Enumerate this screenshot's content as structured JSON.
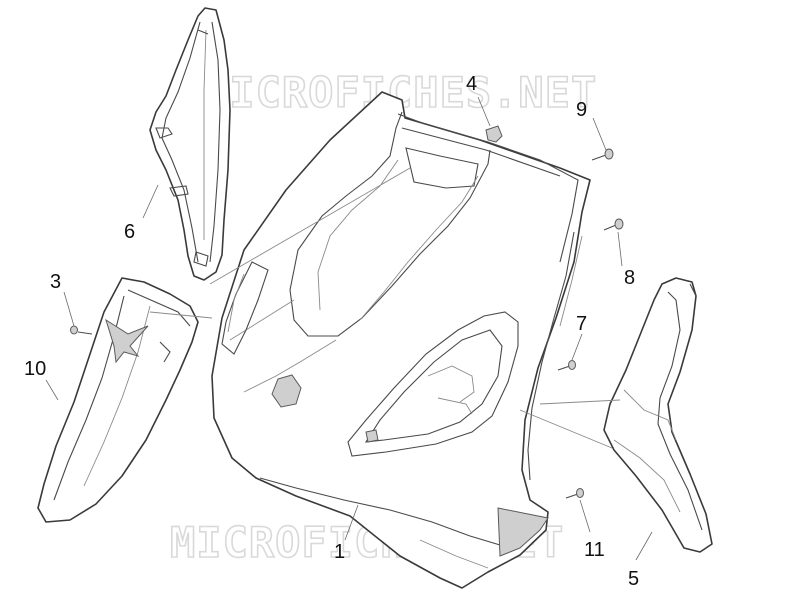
{
  "watermark": {
    "text": "MICROFICHES.NET"
  },
  "callouts": [
    {
      "id": "1",
      "text": "1"
    },
    {
      "id": "3",
      "text": "3"
    },
    {
      "id": "4",
      "text": "4"
    },
    {
      "id": "5",
      "text": "5"
    },
    {
      "id": "6",
      "text": "6"
    },
    {
      "id": "7",
      "text": "7"
    },
    {
      "id": "8",
      "text": "8"
    },
    {
      "id": "9",
      "text": "9"
    },
    {
      "id": "10",
      "text": "10"
    },
    {
      "id": "11",
      "text": "11"
    }
  ]
}
